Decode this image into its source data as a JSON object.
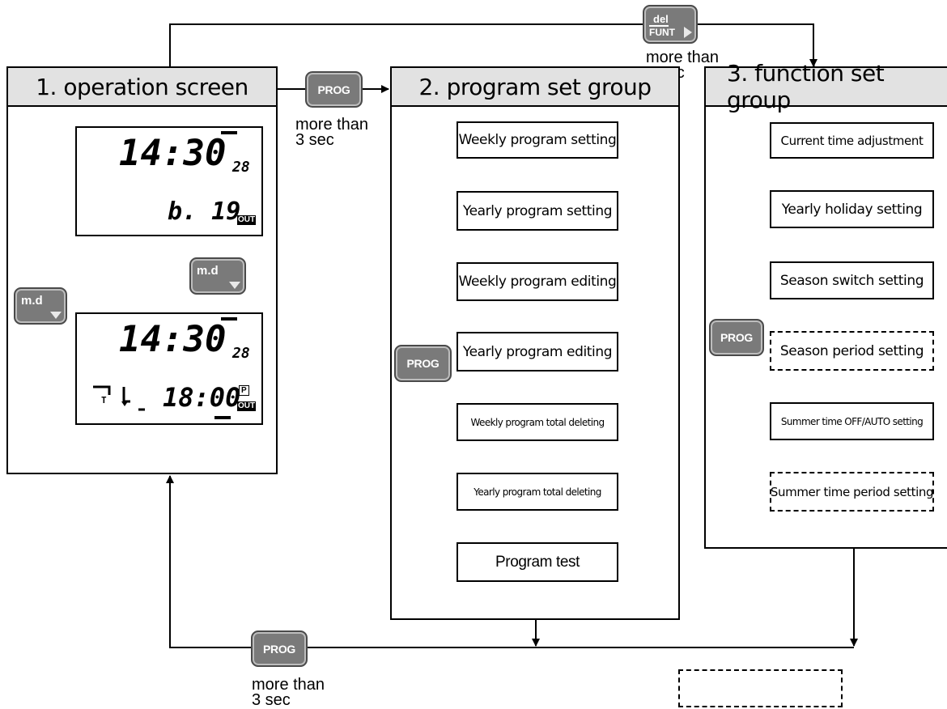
{
  "panels": {
    "operation": {
      "title": "1. operation screen"
    },
    "program": {
      "title": "2. program set group",
      "steps": [
        "Weekly program setting",
        "Yearly program setting",
        "Weekly program editing",
        "Yearly program editing",
        "Weekly program total deleting",
        "Yearly program total deleting",
        "Program test"
      ]
    },
    "function": {
      "title": "3. function set group",
      "steps": [
        "Current time adjustment",
        "Yearly holiday setting",
        "Season switch setting",
        "Season period setting",
        "Summer time OFF/AUTO setting",
        "Summer time period setting"
      ]
    }
  },
  "buttons": {
    "prog": "PROG",
    "md": "m.d",
    "del_top": "del",
    "del_bottom": "FUNT"
  },
  "notes": {
    "more_than": "more than",
    "three_sec": "3 sec"
  },
  "lcd": {
    "top": {
      "time": "14:30",
      "seconds": "28",
      "value": "b. 19",
      "out": "OUT"
    },
    "bottom": {
      "time": "14:30",
      "seconds": "28",
      "prog_time": "18:00",
      "p": "P",
      "out": "OUT",
      "t": "T"
    }
  },
  "colors": {
    "button": "#7a7a7a",
    "header": "#e2e2e2",
    "line": "#000000"
  }
}
